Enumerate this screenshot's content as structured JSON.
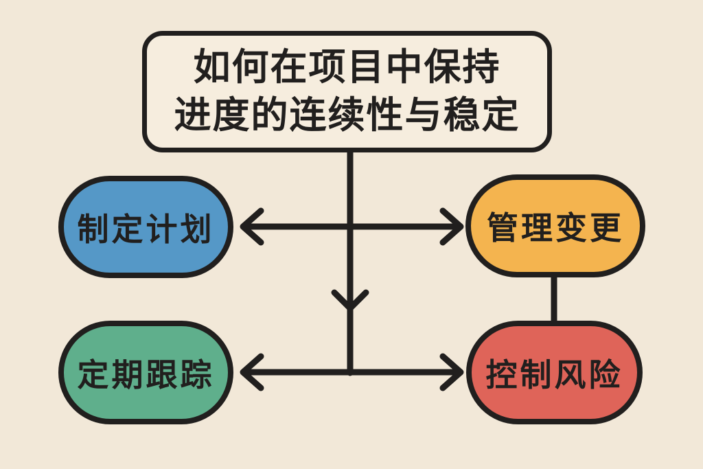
{
  "diagram": {
    "title": {
      "line1": "如何在项目中保持",
      "line2": "进度的连续性与稳定"
    },
    "nodes": [
      {
        "id": "plan",
        "label": "制定计划",
        "color": "#5598C7",
        "position": "top-left"
      },
      {
        "id": "change",
        "label": "管理变更",
        "color": "#F4B44F",
        "position": "top-right"
      },
      {
        "id": "track",
        "label": "定期跟踪",
        "color": "#5FAF8C",
        "position": "bottom-left"
      },
      {
        "id": "risk",
        "label": "控制风险",
        "color": "#DF6459",
        "position": "bottom-right"
      }
    ],
    "edges": [
      {
        "from": "title",
        "to": "plan",
        "style": "arrow"
      },
      {
        "from": "title",
        "to": "change",
        "style": "arrow"
      },
      {
        "from": "title",
        "to": "track",
        "style": "arrow"
      },
      {
        "from": "title",
        "to": "risk",
        "style": "arrow"
      },
      {
        "from": "change",
        "to": "risk",
        "style": "line"
      }
    ],
    "colors": {
      "background": "#F2E8D8",
      "title_fill": "#F6EDDE",
      "stroke": "#211F1E",
      "text": "#211F1E"
    }
  }
}
